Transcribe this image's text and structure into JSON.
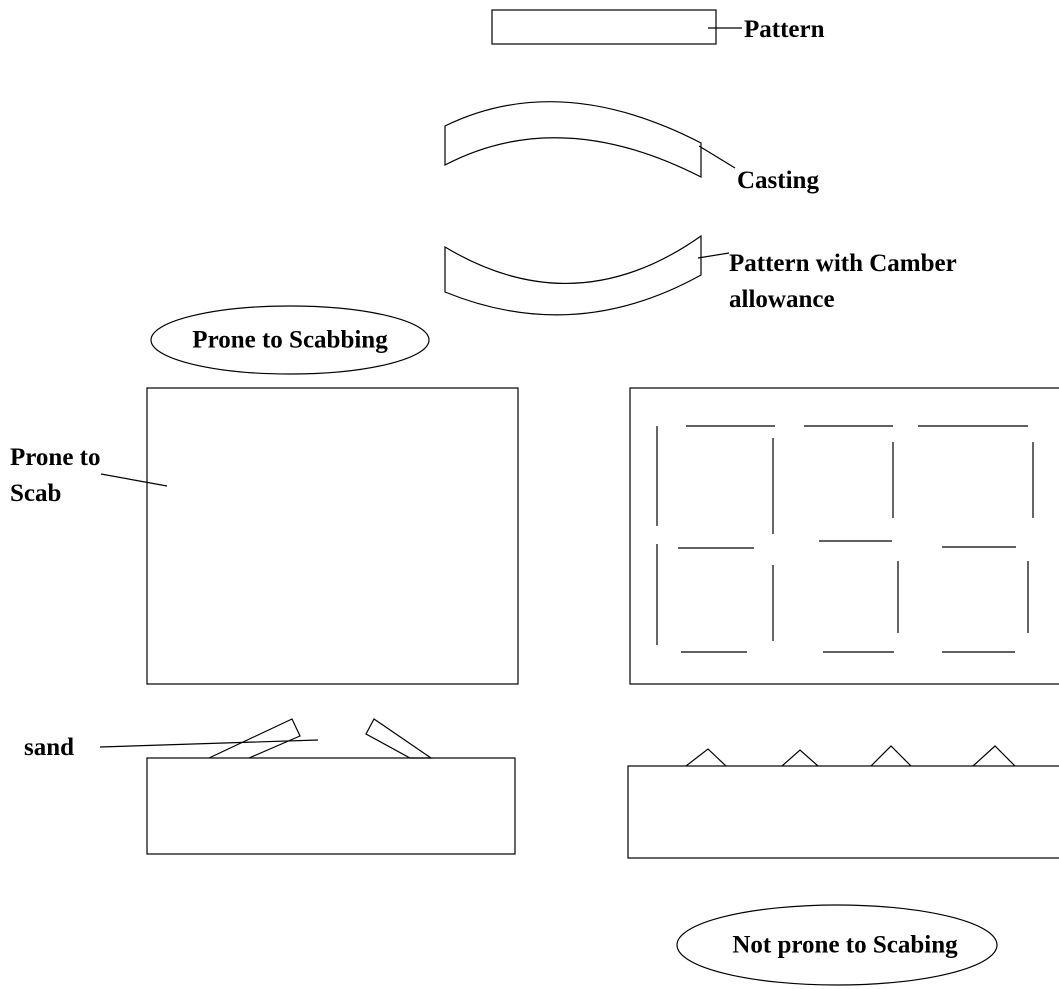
{
  "labels": {
    "pattern": "Pattern",
    "casting": "Casting",
    "pattern_camber_line1": "Pattern with Camber",
    "pattern_camber_line2": "allowance",
    "prone_to_scabbing": "Prone to Scabbing",
    "prone_to_scab_line1": "Prone to",
    "prone_to_scab_line2": "Scab",
    "sand": "sand",
    "not_prone_to_scabing": "Not prone to Scabing"
  },
  "colors": {
    "stroke": "#000000",
    "background": "#ffffff"
  }
}
